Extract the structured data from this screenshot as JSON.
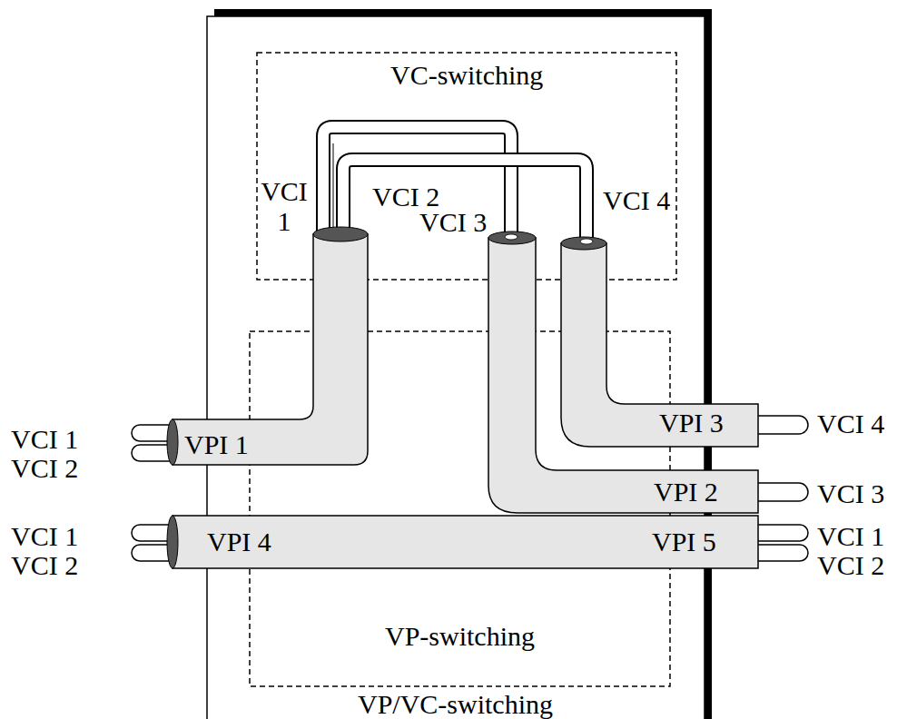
{
  "diagram": {
    "nodes": [
      {
        "text": [
          "VP/VC-switching"
        ]
      },
      {
        "text": [
          "VC-switching"
        ],
        "in": 0
      },
      {
        "text": [
          "VP-switching"
        ],
        "in": 0
      }
    ],
    "labels": [
      "VCI 1",
      "VCI 2",
      "VCI 3",
      "VCI 4",
      "VCI 1",
      "VCI 2",
      "VPI 1",
      "VCI 1",
      "VCI 2",
      "VPI 4",
      "VPI 3",
      "VCI 4",
      "VPI 2",
      "VCI 3",
      "VPI 5",
      "VCI 1",
      "VCI 2"
    ]
  }
}
